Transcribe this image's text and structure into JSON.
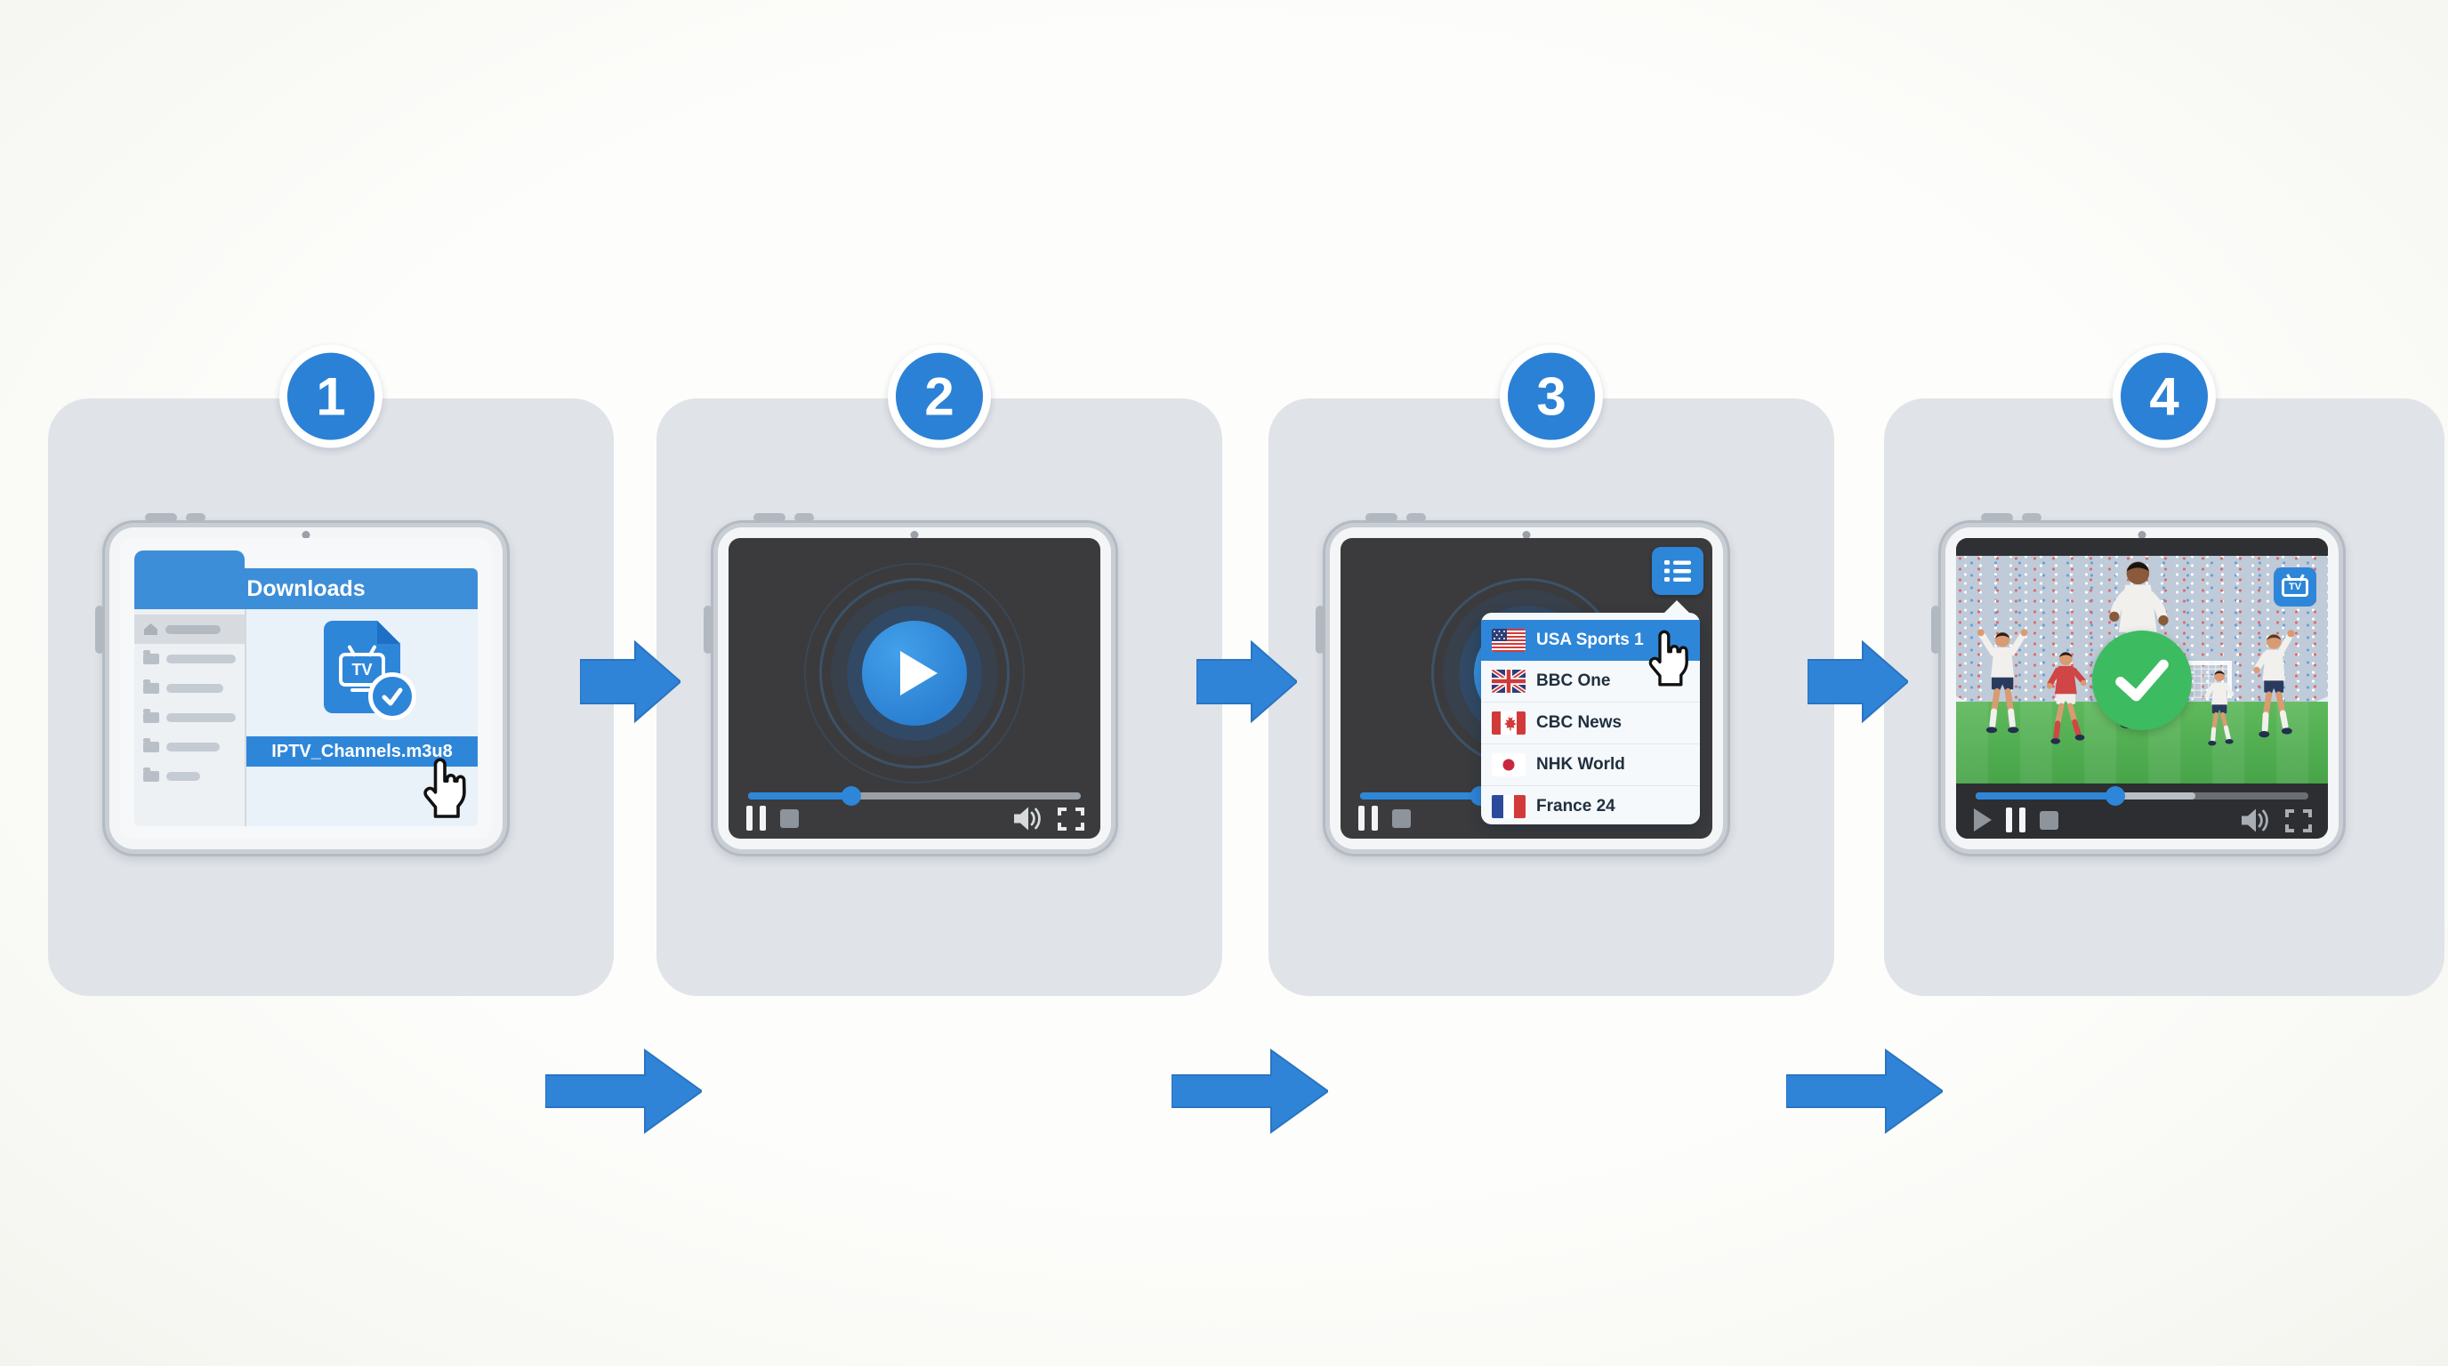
{
  "colors": {
    "accent_blue": "#2E86D9",
    "arrow_blue": "#2F84D8",
    "success_green": "#3DBB60",
    "panel_gray": "#E0E3E8",
    "screen_dark": "#3A3A3C"
  },
  "steps": [
    {
      "number": "1"
    },
    {
      "number": "2"
    },
    {
      "number": "3"
    },
    {
      "number": "4"
    }
  ],
  "file_manager": {
    "title": "Downloads",
    "file_name": "IPTV_Channels.m3u8",
    "tv_label": "TV"
  },
  "channel_menu": {
    "items": [
      {
        "label": "USA Sports 1",
        "flag": "united-states",
        "selected": true
      },
      {
        "label": "BBC One",
        "flag": "united-kingdom",
        "selected": false
      },
      {
        "label": "CBC News",
        "flag": "canada",
        "selected": false
      },
      {
        "label": "NHK World",
        "flag": "japan",
        "selected": false
      },
      {
        "label": "France 24",
        "flag": "france",
        "selected": false
      }
    ]
  },
  "success_screen": {
    "tv_badge_label": "TV"
  },
  "progress": {
    "step2_pct": 31,
    "step3_pct": 36,
    "step4_pct": 42,
    "step4_buffer_pct": 66
  }
}
